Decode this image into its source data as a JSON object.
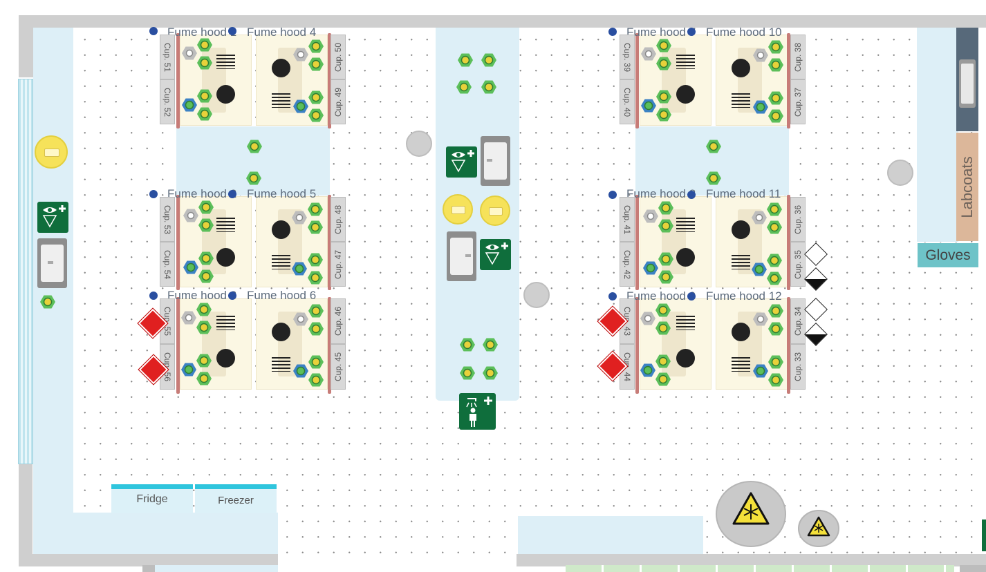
{
  "fume_hoods": [
    {
      "label": "Fume hood 1"
    },
    {
      "label": "Fume hood 4"
    },
    {
      "label": "Fume hood 2"
    },
    {
      "label": "Fume hood 5"
    },
    {
      "label": "Fume hood 3"
    },
    {
      "label": "Fume hood 6"
    },
    {
      "label": "Fume hood 7"
    },
    {
      "label": "Fume hood 10"
    },
    {
      "label": "Fume hood 8"
    },
    {
      "label": "Fume hood 11"
    },
    {
      "label": "Fume hood 9"
    },
    {
      "label": "Fume hood 12"
    }
  ],
  "cupboards": [
    "Cup. 51",
    "Cup. 52",
    "Cup. 53",
    "Cup. 54",
    "Cup. 55",
    "Cup. 56",
    "Cup. 50",
    "Cup. 49",
    "Cup. 48",
    "Cup. 47",
    "Cup. 46",
    "Cup. 45",
    "Cup. 39",
    "Cup. 40",
    "Cup. 41",
    "Cup. 42",
    "Cup. 43",
    "Cup. 44",
    "Cup. 38",
    "Cup. 37",
    "Cup. 36",
    "Cup. 35",
    "Cup. 34",
    "Cup. 33"
  ],
  "appliances": {
    "fridge": "Fridge",
    "freezer": "Freezer"
  },
  "storage": {
    "labcoats": "Labcoats",
    "gloves": "Gloves"
  },
  "icons": [
    "eyewash-icon",
    "safety-shower-icon",
    "flammable-icon",
    "toxic-icon",
    "corrosive-icon",
    "cryogenic-icon",
    "sink-icon",
    "gas-valve-icon"
  ],
  "colors": {
    "wall": "#cfcfcf",
    "bench": "#ddeff7",
    "hood": "#fbf7e3",
    "safety_green": "#0f6e3c",
    "flammable_red": "#e02020",
    "valve_green": "#5cbf5a",
    "valve_yellow": "#e8d13a",
    "gloves_teal": "#6ec3c8",
    "labcoats_tan": "#dcb79a"
  }
}
